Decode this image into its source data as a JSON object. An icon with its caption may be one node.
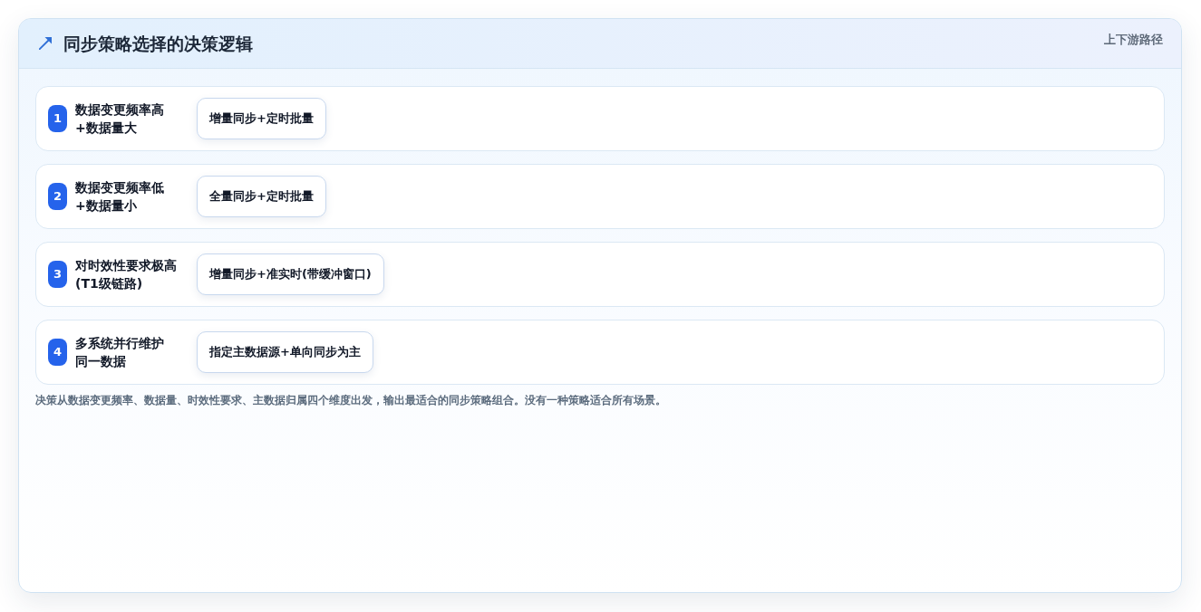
{
  "diagram": {
    "title": "同步策略选择的决策逻辑",
    "caption": "决策从数据变更频率、数据量、时效性要求、主数据归属四个维度出发，输出最适合的同步策略组合。没有一种策略适合所有场景。",
    "nodes": [
      {
        "text": [
          "数据变更频率高+数据量大"
        ]
      },
      {
        "text": [
          "1"
        ],
        "in": 0
      },
      {
        "text": [
          "增量同步+定时批量"
        ],
        "in": 0
      },
      {
        "text": [
          "数据变更频率低+数据量小"
        ]
      },
      {
        "text": [
          "2"
        ],
        "in": 3
      },
      {
        "text": [
          "全量同步+定时批量"
        ],
        "in": 3
      },
      {
        "text": [
          "对时效性要求极高(T1级链路)"
        ]
      },
      {
        "text": [
          "3"
        ],
        "in": 6
      },
      {
        "text": [
          "增量同步+准实时(带缓冲窗口)"
        ],
        "in": 6
      },
      {
        "text": [
          "多系统并行维护同一数据"
        ]
      },
      {
        "text": [
          "4"
        ],
        "in": 9
      },
      {
        "text": [
          "指定主数据源+单向同步为主"
        ],
        "in": 9
      }
    ],
    "labels": [
      "上下游路径"
    ]
  }
}
